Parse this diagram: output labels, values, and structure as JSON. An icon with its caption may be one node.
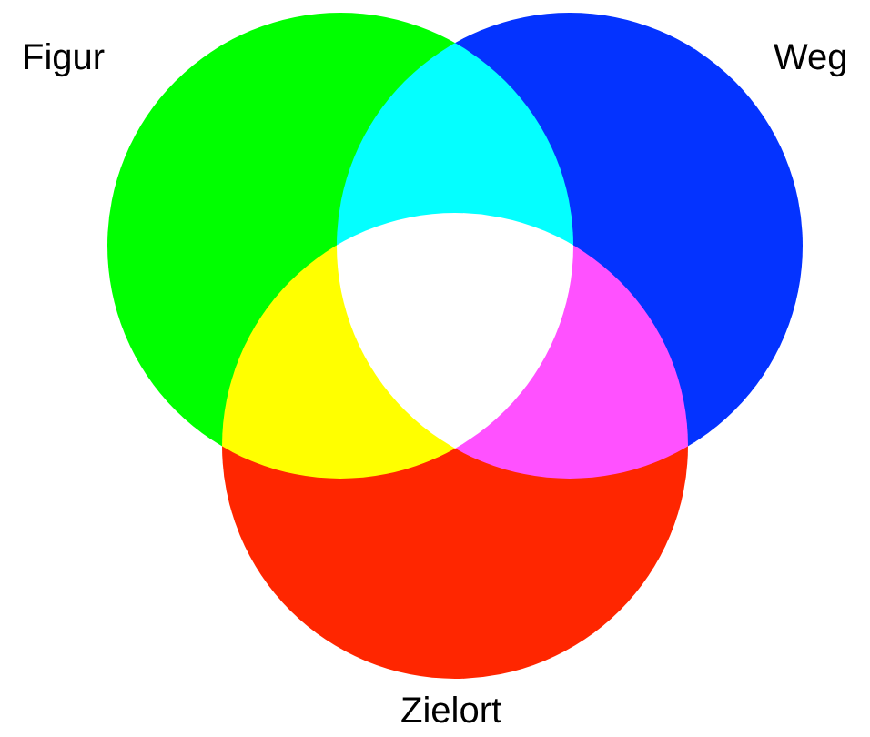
{
  "diagram": {
    "nodes": [
      {
        "text": [
          "Figur"
        ]
      },
      {
        "text": [
          "Weg"
        ]
      },
      {
        "text": [
          "Zielort"
        ]
      }
    ]
  }
}
